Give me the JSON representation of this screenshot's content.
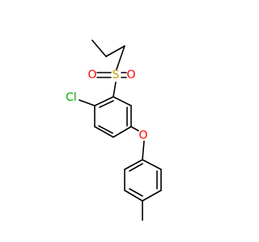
{
  "molecule": {
    "atoms": {
      "chlorine": {
        "label": "Cl",
        "color": "#00aa00"
      },
      "sulfur": {
        "label": "S",
        "color": "#c8a000"
      },
      "sulfonyl_oxygen_left": {
        "label": "O",
        "color": "#ff0000"
      },
      "sulfonyl_oxygen_right": {
        "label": "O",
        "color": "#ff0000"
      },
      "ether_oxygen": {
        "label": "O",
        "color": "#ff0000"
      }
    },
    "bond_color": "#000000"
  }
}
